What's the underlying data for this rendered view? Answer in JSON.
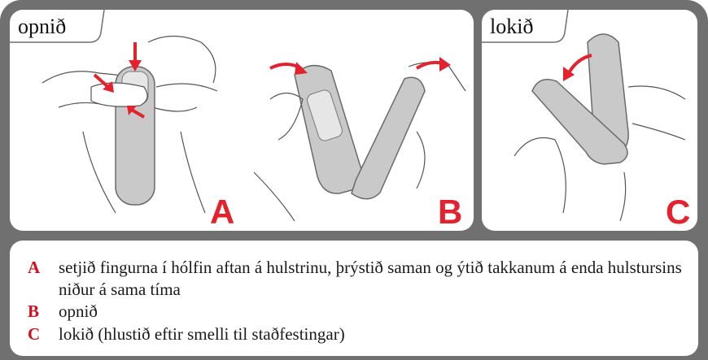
{
  "panels": {
    "open_label": "opnið",
    "close_label": "lokið",
    "letter_a": "A",
    "letter_b": "B",
    "letter_c": "C"
  },
  "legend": [
    {
      "key": "A",
      "text": "setjið fingurna í hólfin aftan á hulstrinu, þrýstið saman og ýtið takkanum á enda hulstursins niður á sama tíma"
    },
    {
      "key": "B",
      "text": "opnið"
    },
    {
      "key": "C",
      "text": "lokið (hlustið eftir smelli til staðfestingar)"
    }
  ],
  "colors": {
    "accent_red": "#e4222e",
    "frame_gray": "#707070",
    "device_gray": "#c9c9c9"
  }
}
